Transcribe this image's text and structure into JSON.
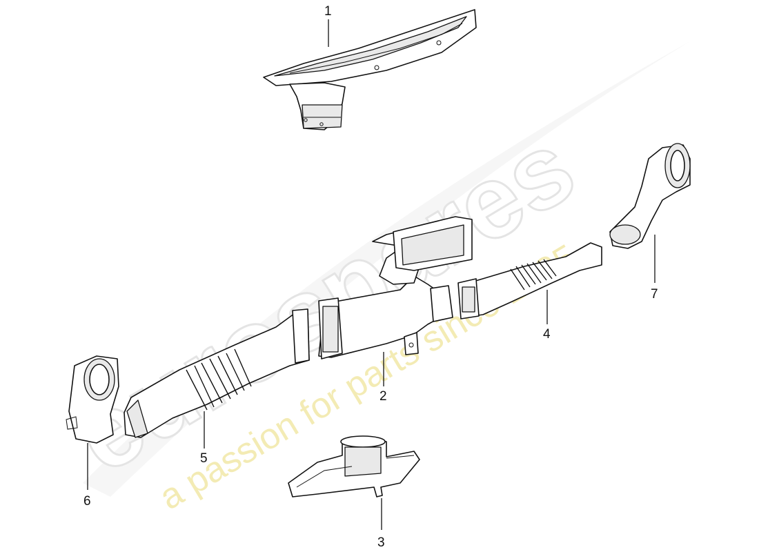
{
  "watermark": {
    "brand": "eurospares",
    "tagline": "a passion for parts since 1985"
  },
  "callouts": [
    {
      "id": "1",
      "label": "1"
    },
    {
      "id": "2",
      "label": "2"
    },
    {
      "id": "3",
      "label": "3"
    },
    {
      "id": "4",
      "label": "4"
    },
    {
      "id": "5",
      "label": "5"
    },
    {
      "id": "6",
      "label": "6"
    },
    {
      "id": "7",
      "label": "7"
    }
  ]
}
